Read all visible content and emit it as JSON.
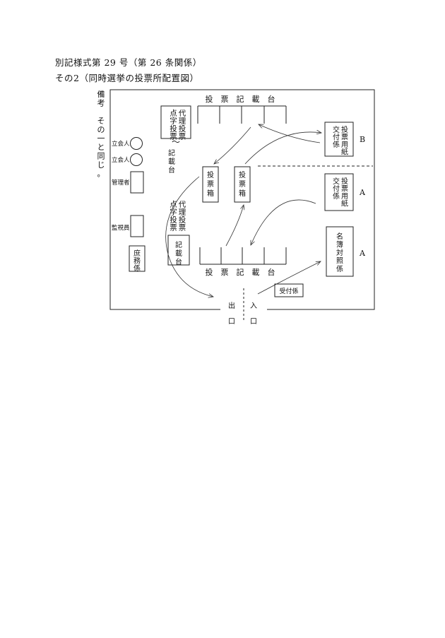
{
  "heading": {
    "line1": "別記様式第 29 号（第 26 条関係）",
    "line2": "その2（同時選挙の投票所配置図）"
  },
  "diagram": {
    "remark": "備考　その一と同じ。",
    "top_counter": "投　票　記　載　台",
    "bottom_counter": "投　票　記　載　台",
    "proxy_label_top": "代理投票\n点字投票",
    "proxy_label_bottom": "代理投票\n点字投票",
    "proxy_counter": "記載台",
    "witness": "立会人",
    "manager": "管理者",
    "observer": "監視員",
    "clerk": "庶務係",
    "ballot_box": "投票箱",
    "ballot_issue": "投票用紙\n交付係",
    "roster": "名簿対照係",
    "reception": "受付係",
    "exit": "出口",
    "entrance": "入口",
    "label_b": "B",
    "label_a": "A"
  }
}
